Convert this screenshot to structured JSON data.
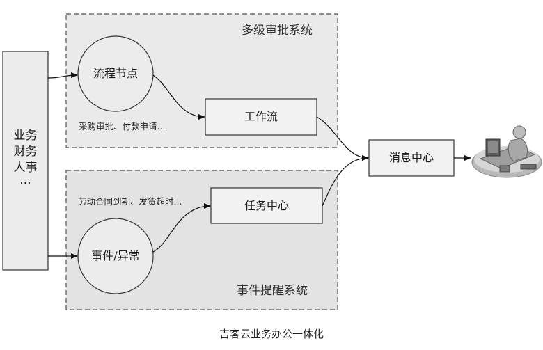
{
  "approval_system": {
    "title": "多级审批系统",
    "node": "流程节点",
    "note": "采购审批、付款申请...",
    "box": "工作流"
  },
  "reminder_system": {
    "title": "事件提醒系统",
    "node": "事件/异常",
    "note": "劳动合同到期、发货超时...",
    "box": "任务中心"
  },
  "source": {
    "lines": [
      "业务",
      "财务",
      "人事",
      "···"
    ]
  },
  "message_center": "消息中心",
  "footer": "吉客云业务办公一体化",
  "icons": {
    "user": "user-at-computer-icon"
  },
  "colors": {
    "panel_fill": "#e6e6e6",
    "box_fill": "#f2f2f2",
    "stroke": "#333333",
    "dash": "#555555"
  }
}
